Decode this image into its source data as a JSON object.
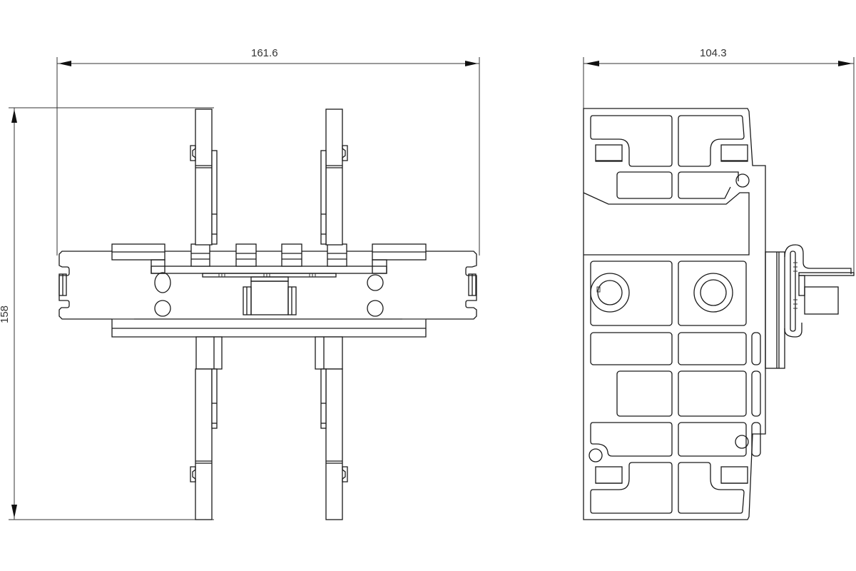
{
  "drawing": {
    "type": "technical-dimension-drawing",
    "line_color": "#1a1a1a",
    "background": "#ffffff",
    "views": [
      {
        "name": "front-view",
        "dimensions": {
          "width_label": "161.6",
          "height_label": "158"
        }
      },
      {
        "name": "side-view",
        "dimensions": {
          "width_label": "104.3"
        }
      }
    ]
  }
}
